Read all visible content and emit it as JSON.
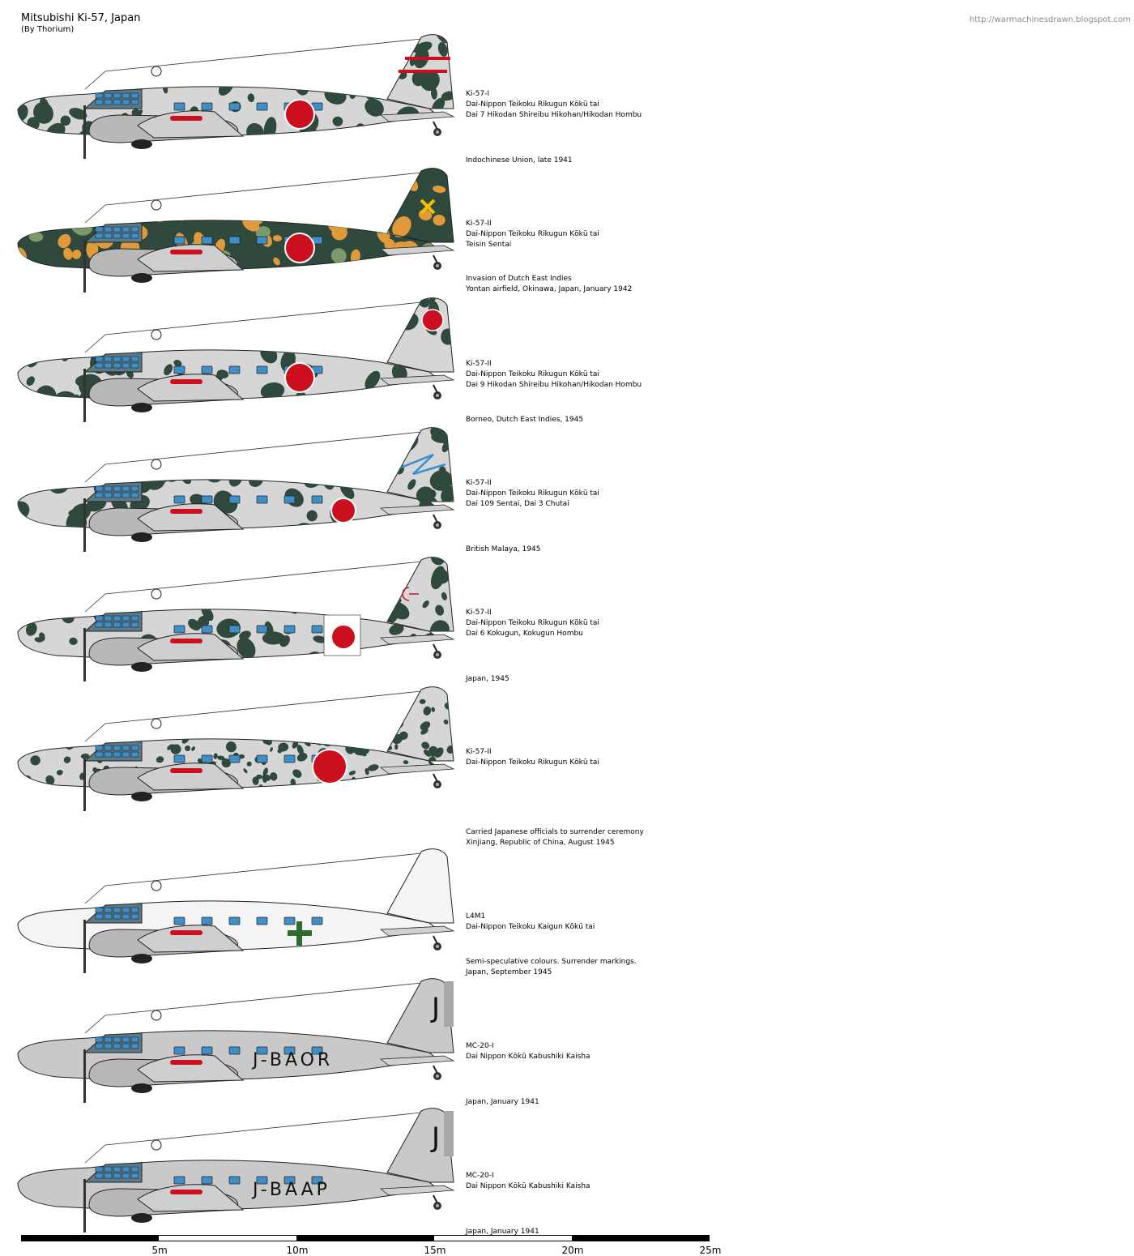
{
  "header": {
    "title": "Mitsubishi Ki-57, Japan",
    "subtitle": "(By Thorium)",
    "url": "http://warmachinesdrawn.blogspot.com"
  },
  "colors": {
    "dark_green": "#2f4a3c",
    "camo_light": "#d6d6d6",
    "silver": "#c9c9c9",
    "white": "#f4f4f4",
    "hinomaru": "#cc0f1e",
    "window_blue": "#3e8fc8",
    "orange_camo": "#e09a3a"
  },
  "planes": [
    {
      "scheme": "grey-green-camo",
      "tail_marking": "red-stripes",
      "captions": [
        "Ki-57-I",
        "Dai-Nippon Teikoku Rikugun Kōkū tai",
        "Dai 7 Hikodan Shireibu Hikohan/Hikodan Hombu"
      ],
      "notes": [
        "Indochinese Union, late 1941"
      ]
    },
    {
      "scheme": "green-orange-camo",
      "tail_marking": "orange-emblem",
      "captions": [
        "Ki-57-II",
        "Dai-Nippon Teikoku Rikugun Kōkū tai",
        "Teisin Sentai"
      ],
      "notes": [
        "Invasion of Dutch East Indies",
        "Yontan airfield, Okinawa, Japan, January 1942"
      ]
    },
    {
      "scheme": "light-green-camo",
      "tail_marking": "red-roundel",
      "captions": [
        "Ki-57-II",
        "Dai-Nippon Teikoku Rikugun Kōkū tai",
        "Dai 9 Hikodan Shireibu Hikohan/Hikodan Hombu"
      ],
      "notes": [
        "Borneo, Dutch East Indies, 1945"
      ]
    },
    {
      "scheme": "light-green-camo",
      "tail_marking": "blue-arrow",
      "captions": [
        "Ki-57-II",
        "Dai-Nippon Teikoku Rikugun Kōkū tai",
        "Dai 109 Sentai, Dai 3 Chutai"
      ],
      "notes": [
        "British Malaya, 1945"
      ]
    },
    {
      "scheme": "light-green-camo",
      "tail_marking": "red-symbol",
      "captions": [
        "Ki-57-II",
        "Dai-Nippon Teikoku Rikugun Kōkū tai",
        "Dai 6 Kokugun, Kokugun Hombu"
      ],
      "notes": [
        "Japan, 1945"
      ]
    },
    {
      "scheme": "dense-mottle",
      "tail_marking": "none",
      "captions": [
        "Ki-57-II",
        "Dai-Nippon Teikoku Rikugun Kōkū tai"
      ],
      "notes": [
        "Carried Japanese officials to surrender ceremony",
        "Xinjiang, Republic of China, August 1945"
      ]
    },
    {
      "scheme": "white-surrender",
      "tail_marking": "none",
      "captions": [
        "L4M1",
        "Dai-Nippon Teikoku Kaigun Kōkū tai"
      ],
      "notes": [
        "Semi-speculative colours. Surrender markings.",
        "Japan, September 1945"
      ]
    },
    {
      "scheme": "silver-civil",
      "registration": "J-BAOR",
      "tail_marking": "J",
      "captions": [
        "MC-20-I",
        "Dai Nippon Kōkū Kabushiki Kaisha"
      ],
      "notes": [
        "Japan, January 1941"
      ]
    },
    {
      "scheme": "silver-civil",
      "registration": "J-BAAP",
      "tail_marking": "J",
      "captions": [
        "MC-20-I",
        "Dai Nippon Kōkū Kabushiki Kaisha"
      ],
      "notes": [
        "Japan, January 1941"
      ]
    }
  ],
  "scale": {
    "labels": [
      "5m",
      "10m",
      "15m",
      "20m",
      "25m"
    ]
  }
}
